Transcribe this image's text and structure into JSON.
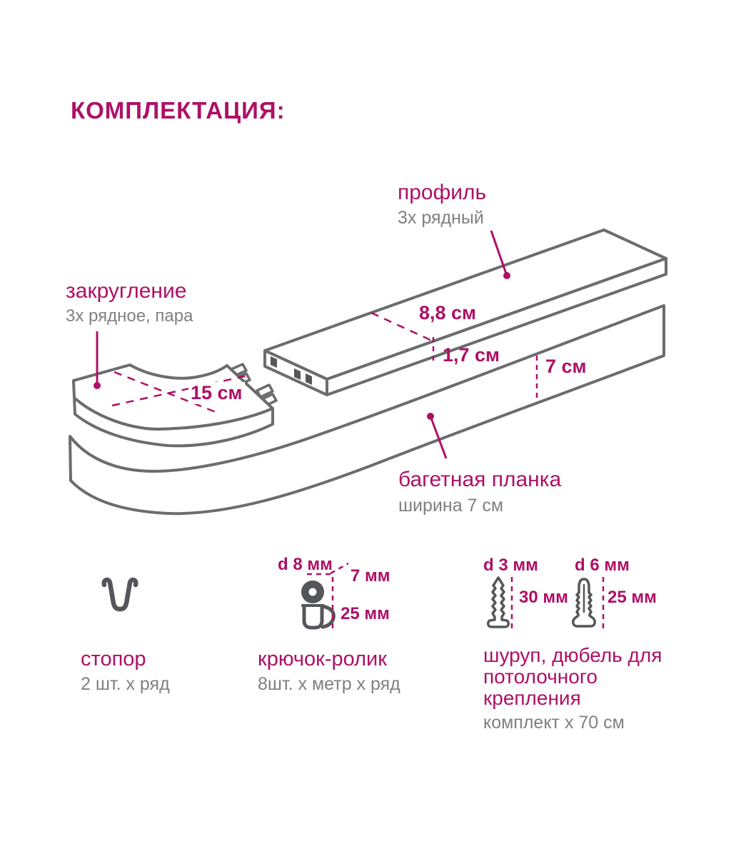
{
  "title": "КОМПЛЕКТАЦИЯ:",
  "colors": {
    "accent": "#AE1066",
    "drawing_line": "#6B6C6E",
    "icon_dark": "#55565A",
    "muted_text": "#7E8083",
    "background": "#FFFFFF"
  },
  "callouts": {
    "profile": {
      "label": "профиль",
      "note": "3х рядный"
    },
    "corner": {
      "label": "закругление",
      "note": "3х рядное, пара"
    },
    "baguette": {
      "label": "багетная планка",
      "note": "ширина 7 см"
    }
  },
  "dimensions": {
    "profile_width": "8,8 см",
    "profile_thickness": "1,7 см",
    "corner_length": "15 см",
    "baguette_height": "7 см",
    "roller_diameter": "d 8 мм",
    "roller_offset": "7 мм",
    "roller_length": "25 мм",
    "screw_diameter": "d 3 мм",
    "screw_length": "30 мм",
    "dowel_diameter": "d 6 мм",
    "dowel_length": "25 мм"
  },
  "parts": {
    "stopper": {
      "label": "стопор",
      "qty": "2 шт. х ряд"
    },
    "hook_roller": {
      "label": "крючок-ролик",
      "qty": "8шт. х метр х ряд"
    },
    "screw_dowel": {
      "label": "шуруп, дюбель для потолочного крепления",
      "qty": "комплект х 70 см"
    }
  }
}
